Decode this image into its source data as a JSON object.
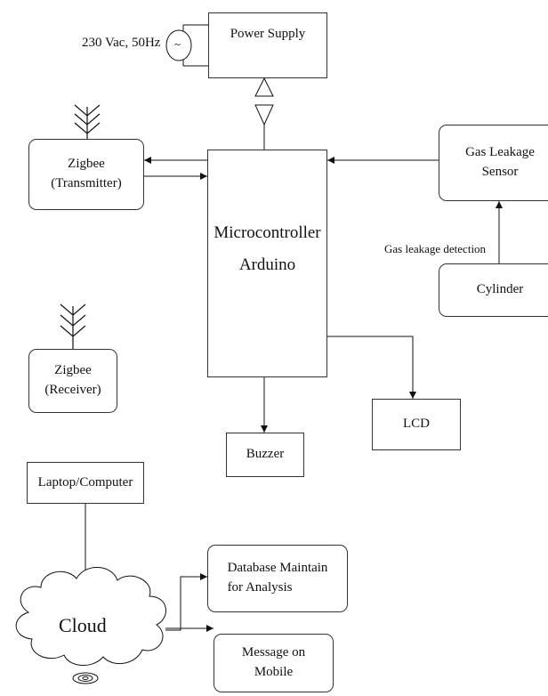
{
  "power_input": {
    "label": "230 Vac, 50Hz",
    "symbol": "~"
  },
  "power_supply": {
    "label": "Power Supply"
  },
  "zigbee_tx": {
    "label": "Zigbee\n(Transmitter)"
  },
  "microcontroller": {
    "line1": "Microcontroller",
    "line2": "Arduino"
  },
  "gas_sensor": {
    "label": "Gas Leakage\nSensor"
  },
  "gas_detection": {
    "label": "Gas leakage detection"
  },
  "cylinder": {
    "label": "Cylinder"
  },
  "zigbee_rx": {
    "label": "Zigbee\n(Receiver)"
  },
  "lcd": {
    "label": "LCD"
  },
  "buzzer": {
    "label": "Buzzer"
  },
  "laptop": {
    "label": "Laptop/Computer"
  },
  "cloud": {
    "label": "Cloud"
  },
  "database": {
    "label": "Database Maintain\nfor Analysis"
  },
  "message": {
    "label": "Message on\nMobile"
  }
}
